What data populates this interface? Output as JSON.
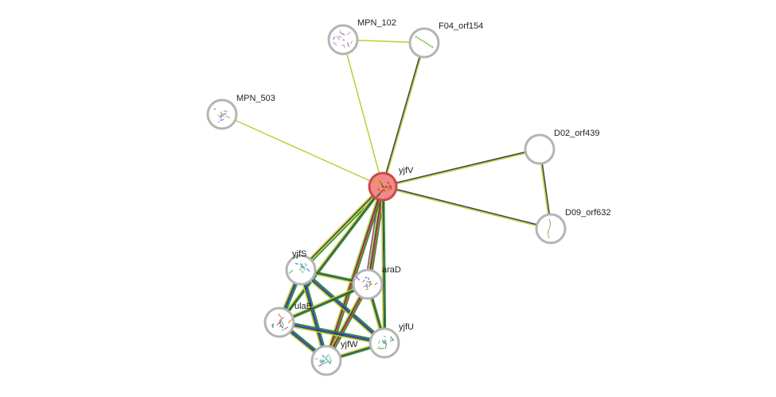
{
  "network": {
    "nodes": [
      {
        "id": "yjfV",
        "label": "yjfV",
        "query": true,
        "structure": "orange-protein"
      },
      {
        "id": "MPN_102",
        "label": "MPN_102",
        "query": false,
        "structure": "mixed-protein"
      },
      {
        "id": "F04_orf154",
        "label": "F04_orf154",
        "query": false,
        "structure": "green-helix"
      },
      {
        "id": "MPN_503",
        "label": "MPN_503",
        "query": false,
        "structure": "mixed-protein"
      },
      {
        "id": "D02_orf439",
        "label": "D02_orf439",
        "query": false,
        "structure": "none"
      },
      {
        "id": "D09_orf632",
        "label": "D09_orf632",
        "query": false,
        "structure": "thin-helix"
      },
      {
        "id": "yjfS",
        "label": "yjfS",
        "query": false,
        "structure": "blue-green-protein"
      },
      {
        "id": "araD",
        "label": "araD",
        "query": false,
        "structure": "blue-orange-protein"
      },
      {
        "id": "ulaB",
        "label": "ulaB",
        "query": false,
        "structure": "blue-orange-protein"
      },
      {
        "id": "yjfU",
        "label": "yjfU",
        "query": false,
        "structure": "green-protein"
      },
      {
        "id": "yjfW",
        "label": "yjfW",
        "query": false,
        "structure": "blue-green-protein"
      }
    ],
    "edges": [
      {
        "source": "yjfV",
        "target": "MPN_102",
        "evidence": [
          "#b5d334"
        ]
      },
      {
        "source": "yjfV",
        "target": "F04_orf154",
        "evidence": [
          "#3d3d3d",
          "#b5d334"
        ]
      },
      {
        "source": "MPN_102",
        "target": "F04_orf154",
        "evidence": [
          "#b5d334"
        ]
      },
      {
        "source": "yjfV",
        "target": "MPN_503",
        "evidence": [
          "#b5d334"
        ]
      },
      {
        "source": "yjfV",
        "target": "D02_orf439",
        "evidence": [
          "#3d3d3d",
          "#b5d334"
        ]
      },
      {
        "source": "yjfV",
        "target": "D09_orf632",
        "evidence": [
          "#3d3d3d",
          "#b5d334"
        ]
      },
      {
        "source": "D02_orf439",
        "target": "D09_orf632",
        "evidence": [
          "#3d3d3d",
          "#b5d334"
        ]
      },
      {
        "source": "yjfV",
        "target": "yjfS",
        "evidence": [
          "#1f8f2f",
          "#b5d334",
          "#3d3d3d",
          "#d8c84a"
        ]
      },
      {
        "source": "yjfV",
        "target": "araD",
        "evidence": [
          "#1f8f2f",
          "#e03c3c",
          "#3d3d3d",
          "#b5d334",
          "#7b4ea3"
        ]
      },
      {
        "source": "yjfV",
        "target": "ulaB",
        "evidence": [
          "#1f8f2f",
          "#3d3d3d",
          "#b5d334"
        ]
      },
      {
        "source": "yjfV",
        "target": "yjfU",
        "evidence": [
          "#1f8f2f",
          "#3d3d3d",
          "#b5d334"
        ]
      },
      {
        "source": "yjfV",
        "target": "yjfW",
        "evidence": [
          "#1f8f2f",
          "#e03c3c",
          "#3d3d3d",
          "#b5d334"
        ]
      },
      {
        "source": "yjfS",
        "target": "araD",
        "evidence": [
          "#1f8f2f",
          "#3d3d3d",
          "#b5d334"
        ]
      },
      {
        "source": "yjfS",
        "target": "ulaB",
        "evidence": [
          "#1f8f2f",
          "#2b3fd6",
          "#3d3d3d",
          "#b5d334"
        ]
      },
      {
        "source": "yjfS",
        "target": "yjfU",
        "evidence": [
          "#1f8f2f",
          "#2b3fd6",
          "#3d3d3d",
          "#b5d334"
        ]
      },
      {
        "source": "yjfS",
        "target": "yjfW",
        "evidence": [
          "#1f8f2f",
          "#2b3fd6",
          "#3d3d3d",
          "#b5d334"
        ]
      },
      {
        "source": "araD",
        "target": "ulaB",
        "evidence": [
          "#1f8f2f",
          "#3d3d3d",
          "#b5d334"
        ]
      },
      {
        "source": "araD",
        "target": "yjfU",
        "evidence": [
          "#1f8f2f",
          "#3d3d3d",
          "#b5d334"
        ]
      },
      {
        "source": "araD",
        "target": "yjfW",
        "evidence": [
          "#1f8f2f",
          "#e03c3c",
          "#3d3d3d",
          "#b5d334"
        ]
      },
      {
        "source": "ulaB",
        "target": "yjfU",
        "evidence": [
          "#1f8f2f",
          "#2b3fd6",
          "#3d3d3d",
          "#b5d334"
        ]
      },
      {
        "source": "ulaB",
        "target": "yjfW",
        "evidence": [
          "#1f8f2f",
          "#2b3fd6",
          "#3d3d3d",
          "#b5d334"
        ]
      },
      {
        "source": "yjfU",
        "target": "yjfW",
        "evidence": [
          "#1f8f2f",
          "#3d3d3d",
          "#b5d334"
        ]
      }
    ]
  }
}
